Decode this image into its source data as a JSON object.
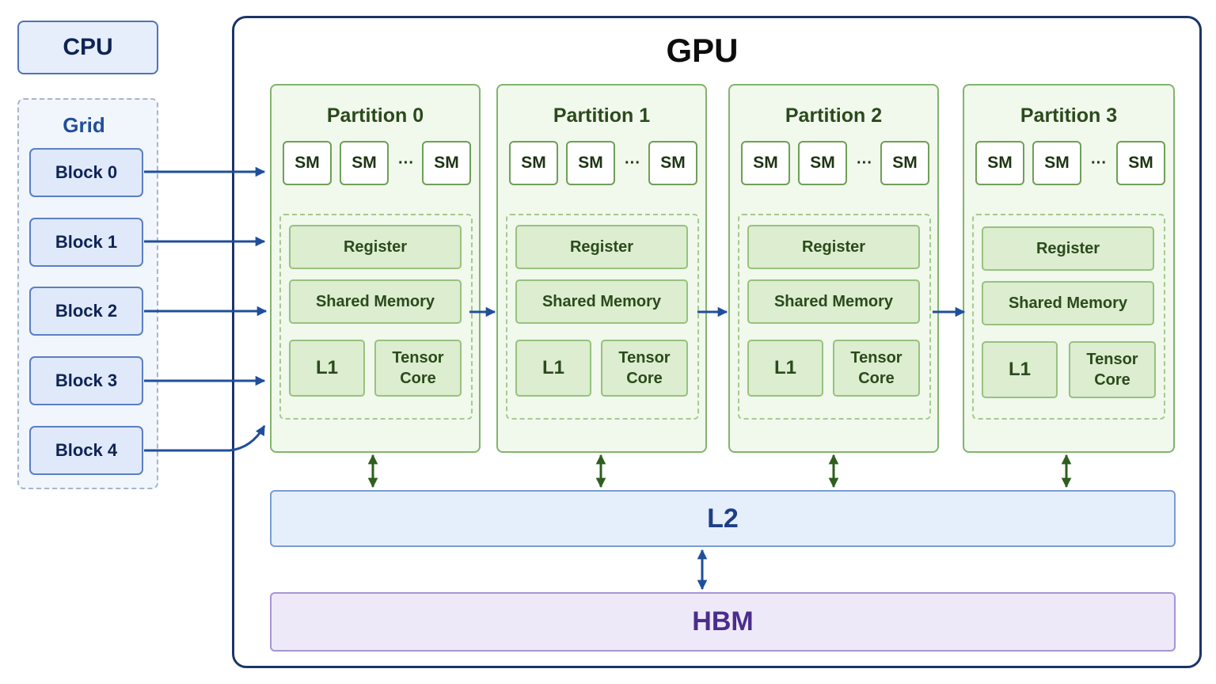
{
  "cpu": {
    "label": "CPU"
  },
  "grid": {
    "label": "Grid",
    "blocks": [
      "Block 0",
      "Block 1",
      "Block 2",
      "Block 3",
      "Block 4"
    ]
  },
  "gpu": {
    "title": "GPU",
    "partitions": [
      {
        "title": "Partition 0",
        "sms": [
          "SM",
          "SM",
          "SM"
        ],
        "ellipsis": "···",
        "register": "Register",
        "shared_memory": "Shared Memory",
        "l1": "L1",
        "tensor_core": [
          "Tensor",
          "Core"
        ]
      },
      {
        "title": "Partition 1",
        "sms": [
          "SM",
          "SM",
          "SM"
        ],
        "ellipsis": "···",
        "register": "Register",
        "shared_memory": "Shared Memory",
        "l1": "L1",
        "tensor_core": [
          "Tensor",
          "Core"
        ]
      },
      {
        "title": "Partition 2",
        "sms": [
          "SM",
          "SM",
          "SM"
        ],
        "ellipsis": "···",
        "register": "Register",
        "shared_memory": "Shared Memory",
        "l1": "L1",
        "tensor_core": [
          "Tensor",
          "Core"
        ]
      },
      {
        "title": "Partition 3",
        "sms": [
          "SM",
          "SM",
          "SM"
        ],
        "ellipsis": "···",
        "register": "Register",
        "shared_memory": "Shared Memory",
        "l1": "L1",
        "tensor_core": [
          "Tensor",
          "Core"
        ]
      }
    ],
    "l2": "L2",
    "hbm": "HBM"
  },
  "colors": {
    "host_blue": "#4e73b8",
    "arrow_blue": "#1f4f9a",
    "partition_green": "#83b46e",
    "arrow_green": "#2f5f1e",
    "l2_blue": "#7a9bd4",
    "hbm_purple": "#a694d6"
  }
}
